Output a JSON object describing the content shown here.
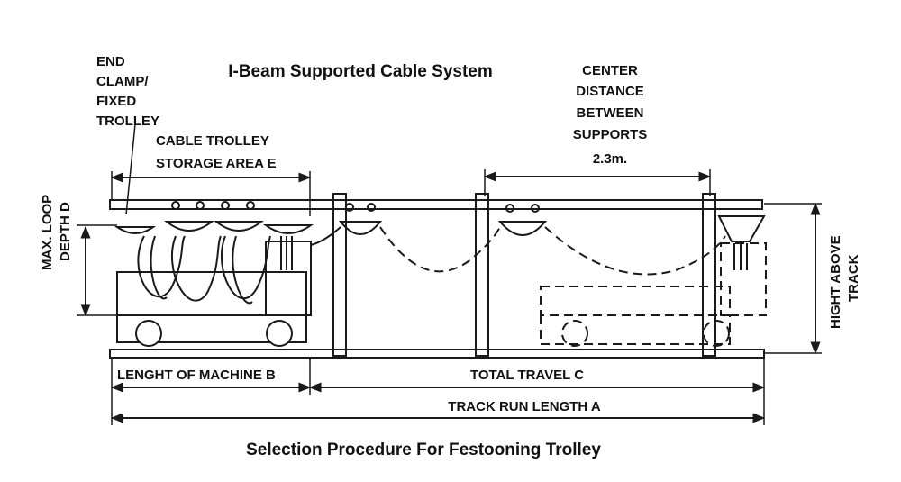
{
  "title": "I-Beam Supported Cable System",
  "caption": "Selection Procedure For Festooning Trolley",
  "labels": {
    "end_clamp": [
      "END",
      "CLAMP/",
      "FIXED",
      "TROLLEY"
    ],
    "storage_area": [
      "CABLE TROLLEY",
      "STORAGE AREA E"
    ],
    "loop_depth": [
      "MAX. LOOP",
      "DEPTH D"
    ],
    "center_distance": [
      "CENTER",
      "DISTANCE",
      "BETWEEN",
      "SUPPORTS",
      "2.3m."
    ],
    "height_above_track": [
      "HIGHT ABOVE",
      "TRACK"
    ],
    "machine_length": "LENGHT OF MACHINE B",
    "total_travel": "TOTAL  TRAVEL C",
    "track_run_length": "TRACK RUN LENGTH A"
  },
  "colors": {
    "line": "#1a1a1a",
    "background": "#ffffff"
  }
}
